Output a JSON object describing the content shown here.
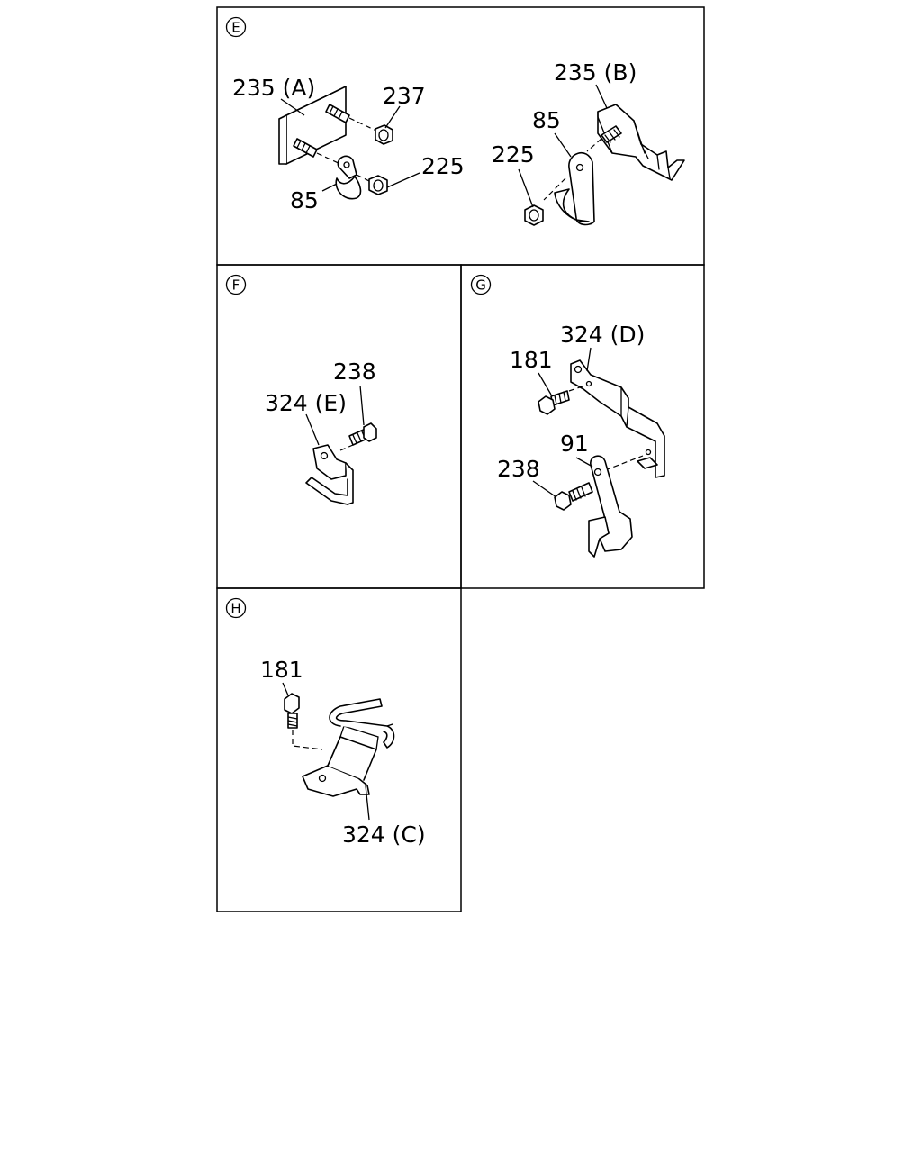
{
  "sections": {
    "e": {
      "letter": "E"
    },
    "f": {
      "letter": "F"
    },
    "g": {
      "letter": "G"
    },
    "h": {
      "letter": "H"
    }
  },
  "labels": {
    "e_235a": "235 (A)",
    "e_237": "237",
    "e_225_left": "225",
    "e_85_left": "85",
    "e_235b": "235 (B)",
    "e_85_right": "85",
    "e_225_right": "225",
    "f_238": "238",
    "f_324e": "324 (E)",
    "g_324d": "324 (D)",
    "g_181": "181",
    "g_91": "91",
    "g_238": "238",
    "h_181": "181",
    "h_324c": "324 (C)"
  }
}
